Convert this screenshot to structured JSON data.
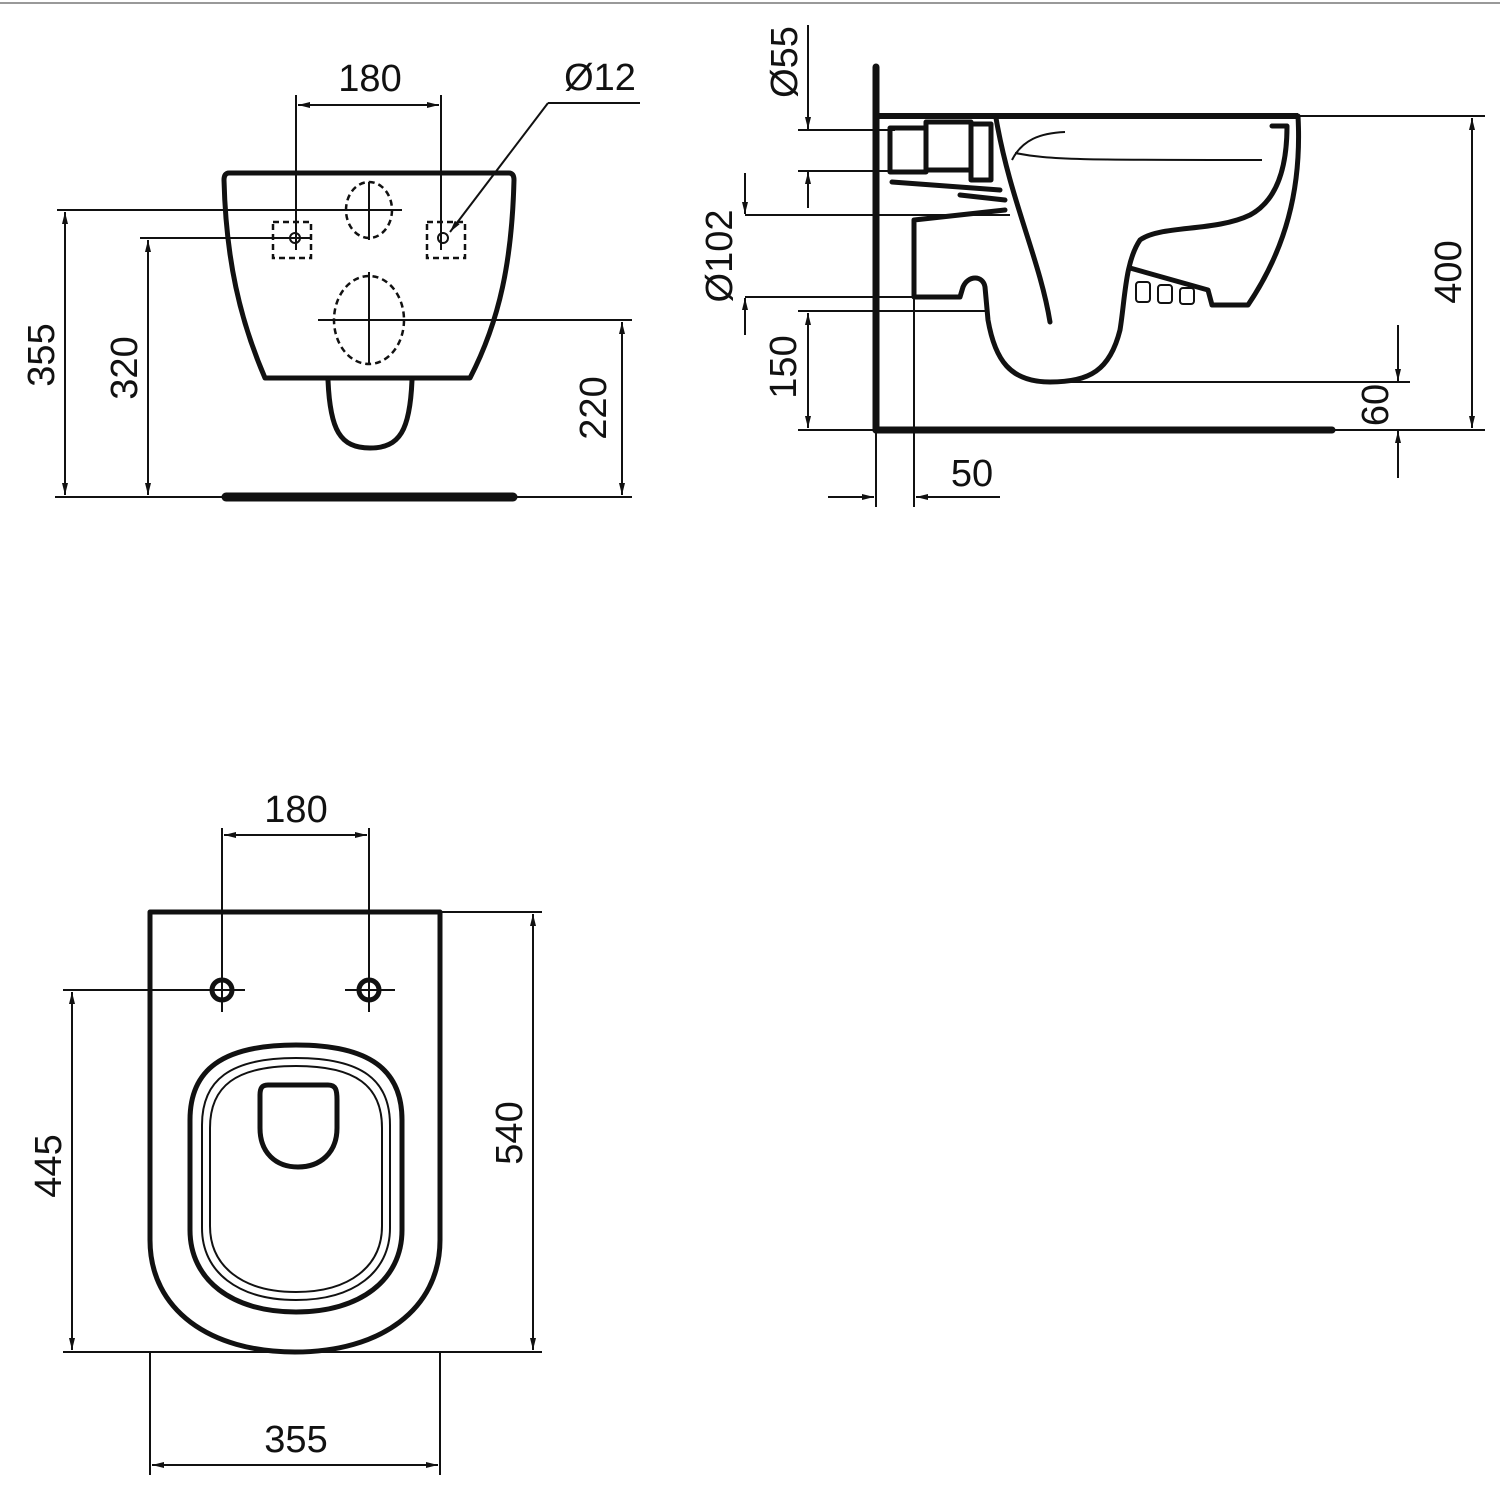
{
  "front_view": {
    "dim_bolt_spacing": "180",
    "dim_bolt_diameter": "Ø12",
    "dim_height_355": "355",
    "dim_height_320": "320",
    "dim_height_220": "220"
  },
  "side_view": {
    "dim_inlet_diameter": "Ø55",
    "dim_outlet_diameter": "Ø102",
    "dim_outlet_height": "150",
    "dim_wall_offset": "50",
    "dim_total_height": "400",
    "dim_bottom_clearance": "60"
  },
  "plan_view": {
    "dim_bolt_spacing": "180",
    "dim_bolt_to_front": "445",
    "dim_depth": "540",
    "dim_width": "355"
  },
  "colors": {
    "line": "#111111",
    "frame": "#999999"
  }
}
